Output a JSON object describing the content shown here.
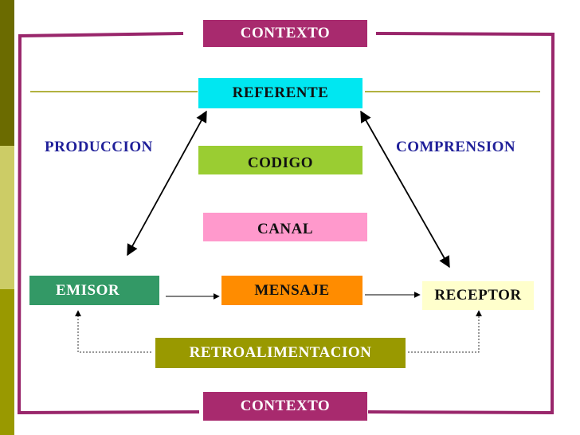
{
  "diagram": {
    "contexto_top": "CONTEXTO",
    "referente": "REFERENTE",
    "codigo": "CODIGO",
    "canal": "CANAL",
    "emisor": "EMISOR",
    "mensaje": "MENSAJE",
    "receptor": "RECEPTOR",
    "retroalimentacion": "RETROALIMENTACION",
    "contexto_bottom": "CONTEXTO",
    "produccion": "PRODUCCION",
    "comprension": "COMPRENSION"
  },
  "colors": {
    "frame": "#99266B",
    "contexto_fill": "#A82A6E",
    "referente_fill": "#00E7F1",
    "codigo_fill": "#9ACD32",
    "canal_fill": "#FF99CC",
    "emisor_fill": "#339966",
    "mensaje_fill": "#FF8C00",
    "receptor_fill": "#FFFFCC",
    "retro_fill": "#999900",
    "side_label": "#1F1F99",
    "stripe_dark": "#6B6B00",
    "stripe_light": "#CCCC66",
    "stripe_olive": "#999900"
  }
}
